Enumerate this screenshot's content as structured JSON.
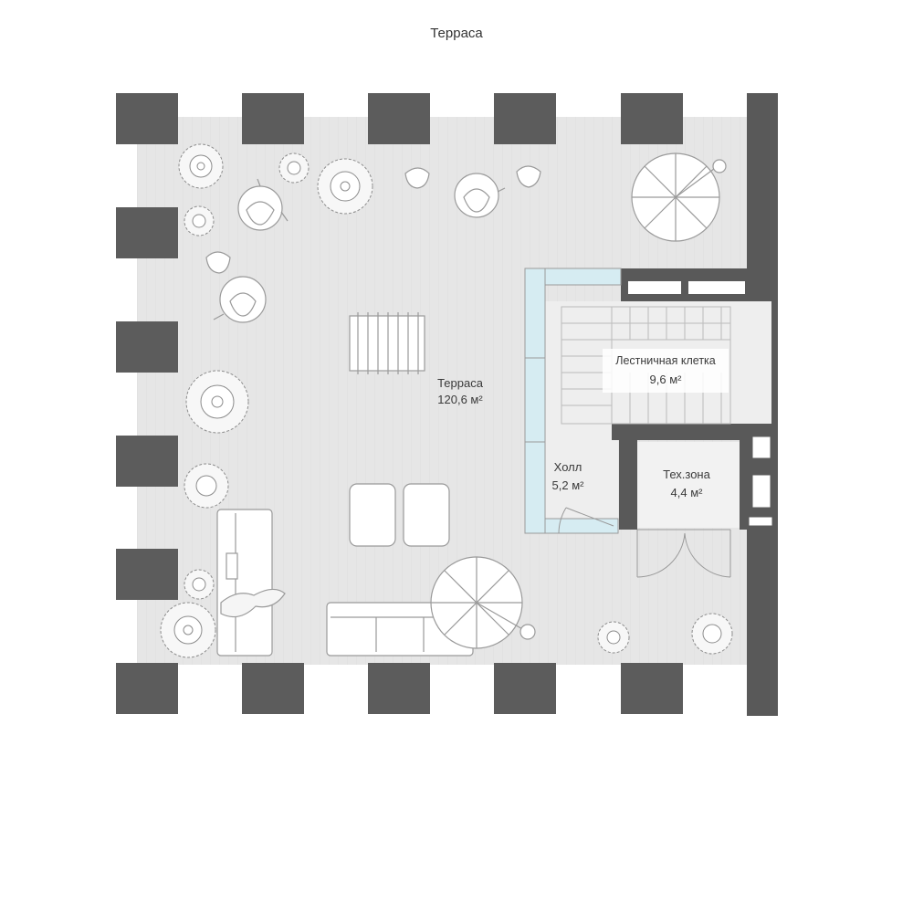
{
  "title": "Терраса",
  "rooms": [
    {
      "id": "terrace",
      "name": "Терраса",
      "area": "120,6 м²"
    },
    {
      "id": "stairwell",
      "name": "Лестничная клетка",
      "area": "9,6 м²"
    },
    {
      "id": "hall",
      "name": "Холл",
      "area": "5,2 м²"
    },
    {
      "id": "tech",
      "name": "Тех.зона",
      "area": "4,4 м²"
    }
  ],
  "colors": {
    "floor": "#e6e6e6",
    "pillar": "#5c5c5c",
    "wall": "#595959",
    "glass": "#d6ecf2",
    "furniture_stroke": "#9a9a9a",
    "room_floor": "#eeeeee"
  }
}
